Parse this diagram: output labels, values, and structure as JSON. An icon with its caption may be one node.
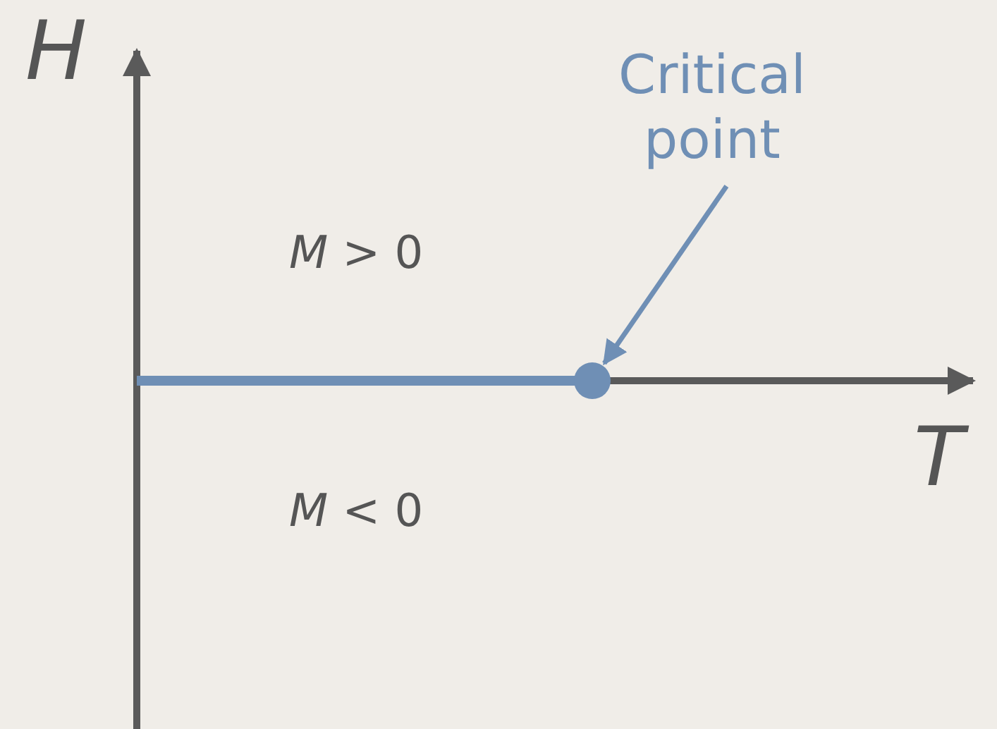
{
  "diagram": {
    "nodes": [
      {
        "text": [
          "Critical point"
        ]
      },
      {
        "text": [],
        "shape": "circle"
      }
    ],
    "edges": [
      {
        "from": 0,
        "to": 1,
        "arrow": "to"
      }
    ],
    "labels": [
      "H",
      "*M* > 0",
      "*M* < 0",
      "T"
    ]
  }
}
